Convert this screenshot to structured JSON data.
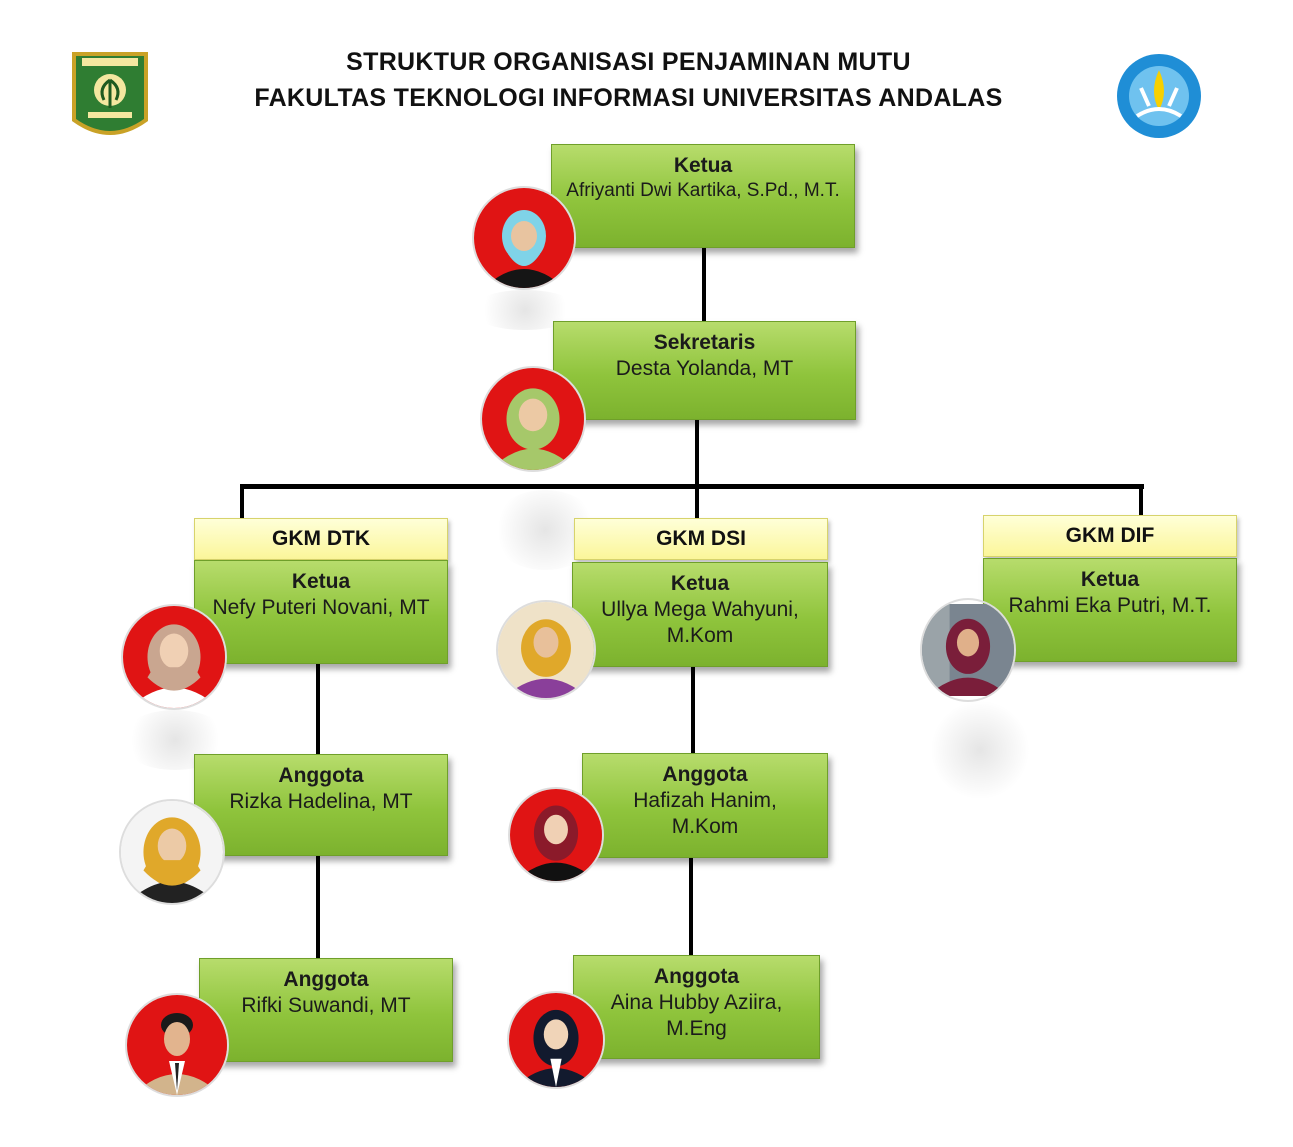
{
  "title": {
    "line1": "STRUKTUR ORGANISASI PENJAMINAN MUTU",
    "line2": "FAKULTAS TEKNOLOGI INFORMASI UNIVERSITAS ANDALAS"
  },
  "logos": {
    "left": "universitas-andalas-seal",
    "right": "tut-wuri-handayani-emblem"
  },
  "top": {
    "ketua": {
      "role": "Ketua",
      "name": "Afriyanti Dwi Kartika, S.Pd., M.T."
    },
    "sekretaris": {
      "role": "Sekretaris",
      "name": "Desta Yolanda, MT"
    }
  },
  "units": [
    {
      "header": "GKM DTK",
      "ketua": {
        "role": "Ketua",
        "name": "Nefy Puteri Novani, MT"
      },
      "members": [
        {
          "role": "Anggota",
          "name": "Rizka Hadelina, MT"
        },
        {
          "role": "Anggota",
          "name": "Rifki Suwandi, MT"
        }
      ]
    },
    {
      "header": "GKM DSI",
      "ketua": {
        "role": "Ketua",
        "name": "Ullya Mega Wahyuni, M.Kom"
      },
      "members": [
        {
          "role": "Anggota",
          "name": "Hafizah Hanim, M.Kom"
        },
        {
          "role": "Anggota",
          "name": "Aina Hubby Aziira, M.Eng"
        }
      ]
    },
    {
      "header": "GKM DIF",
      "ketua": {
        "role": "Ketua",
        "name": "Rahmi Eka Putri, M.T."
      },
      "members": []
    }
  ],
  "colors": {
    "box_green": "#8fc43c",
    "header_yellow": "#fbf69a",
    "photo_bg_red": "#e01414"
  }
}
